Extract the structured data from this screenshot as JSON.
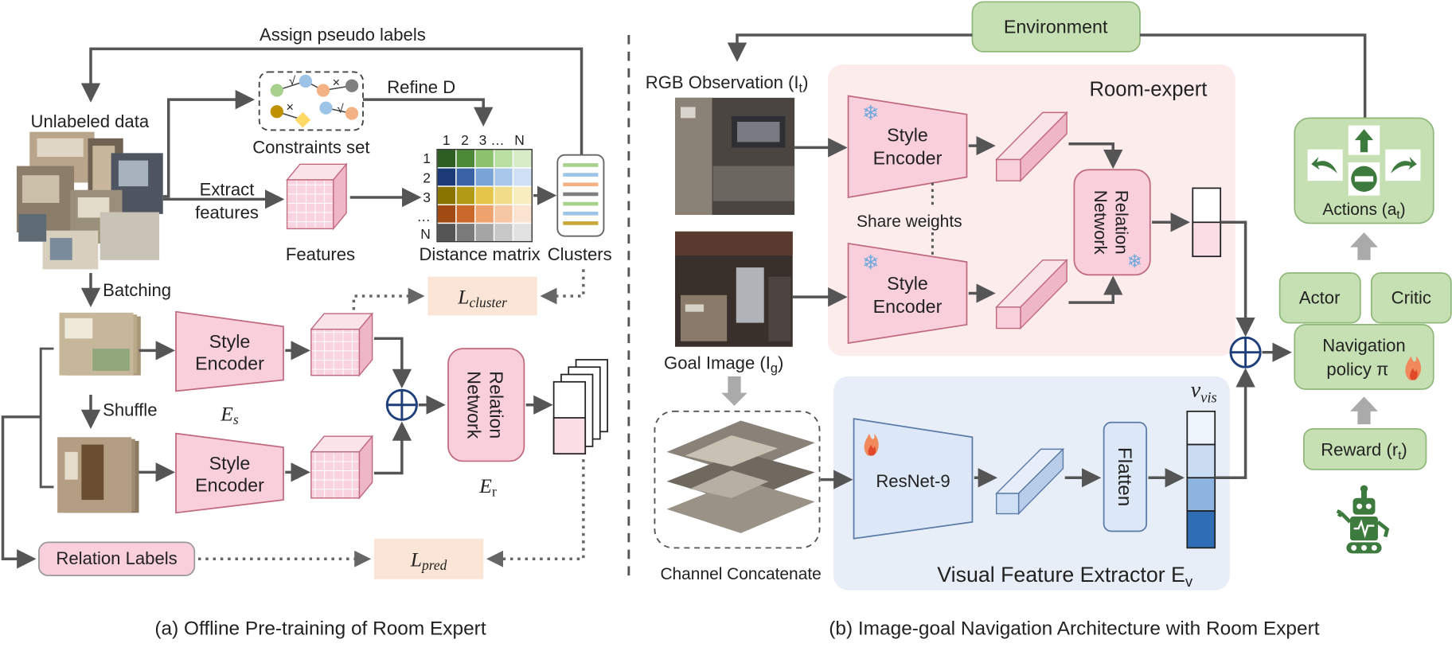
{
  "panel_a": {
    "caption": "(a) Offline Pre-training of Room Expert",
    "assign_pseudo_labels": "Assign pseudo labels",
    "unlabeled_data": "Unlabeled data",
    "constraints_set": "Constraints set",
    "refine_d": "Refine ",
    "refine_d_sym": "D",
    "extract_line1": "Extract",
    "extract_line2": "features",
    "features": "Features",
    "distance_matrix": "Distance matrix",
    "clusters": "Clusters",
    "matrix_col_headers": [
      "1",
      "2",
      "3 …",
      "N"
    ],
    "matrix_row_headers": [
      "1",
      "2",
      "3",
      "…",
      "N"
    ],
    "matrix_colors": [
      [
        "#2e5e22",
        "#4d8a38",
        "#8cc26e",
        "#b9dfa2",
        "#d7edc8"
      ],
      [
        "#1c3a78",
        "#3a63a6",
        "#7aa4d8",
        "#a9c7ea",
        "#cfe0f4"
      ],
      [
        "#8a7400",
        "#b39a14",
        "#e5c64b",
        "#f2dd8a",
        "#f8edbf"
      ],
      [
        "#a14a13",
        "#c9682a",
        "#eea26e",
        "#f6c7a4",
        "#fbe3d1"
      ],
      [
        "#555555",
        "#7a7a7a",
        "#a5a5a5",
        "#c7c7c7",
        "#e2e2e2"
      ]
    ],
    "cluster_bar_colors": [
      "#a9d18e",
      "#9dc3e6",
      "#f4b183",
      "#7f7f7f",
      "#a9d18e",
      "#9dc3e6",
      "#c9a83a"
    ],
    "batching": "Batching",
    "shuffle": "Shuffle",
    "style_encoder_line1": "Style",
    "style_encoder_line2": "Encoder",
    "es_symbol": "E",
    "es_sub": "s",
    "relation_network_line1": "Relation",
    "relation_network_line2": "Network",
    "er_symbol": "E",
    "er_sub": "r",
    "l_cluster": "L",
    "l_cluster_sub": "cluster",
    "l_pred": "L",
    "l_pred_sub": "pred",
    "relation_labels": "Relation Labels",
    "check_mark": "√",
    "cross_mark": "×"
  },
  "panel_b": {
    "caption": "(b) Image-goal Navigation Architecture with Room Expert",
    "environment": "Environment",
    "rgb_observation": "RGB Observation (",
    "rgb_symbol": "I",
    "rgb_sub": "t",
    "close_paren": ")",
    "room_expert": "Room-expert",
    "share_weights": "Share weights",
    "goal_image": "Goal Image (",
    "goal_symbol": "I",
    "goal_sub": "g",
    "channel_concatenate": "Channel Concatenate",
    "resnet": "ResNet-9",
    "flatten": "Flatten",
    "v_vis": "v",
    "v_vis_sub": "vis",
    "visual_feature_extractor": "Visual Feature Extractor ",
    "ev_symbol": "E",
    "ev_sub": "v",
    "actions": "Actions (",
    "actions_symbol": "a",
    "actions_sub": "t",
    "actor": "Actor",
    "critic": "Critic",
    "nav_policy_line1": "Navigation",
    "nav_policy_line2": "policy ",
    "pi_symbol": "π",
    "reward": "Reward (",
    "reward_symbol": "r",
    "reward_sub": "t",
    "snowflake": "❄",
    "colors": {
      "room_expert_bg": "#fcecec",
      "visual_bg": "#e8eef8",
      "green_box": "#c6e0b4",
      "green_border": "#8fb87a",
      "pink": "#f9cfdc",
      "pink_border": "#c0687e",
      "blue": "#dce8f7",
      "blue_border": "#5a7aa8",
      "robot": "#3d7a3d"
    }
  }
}
